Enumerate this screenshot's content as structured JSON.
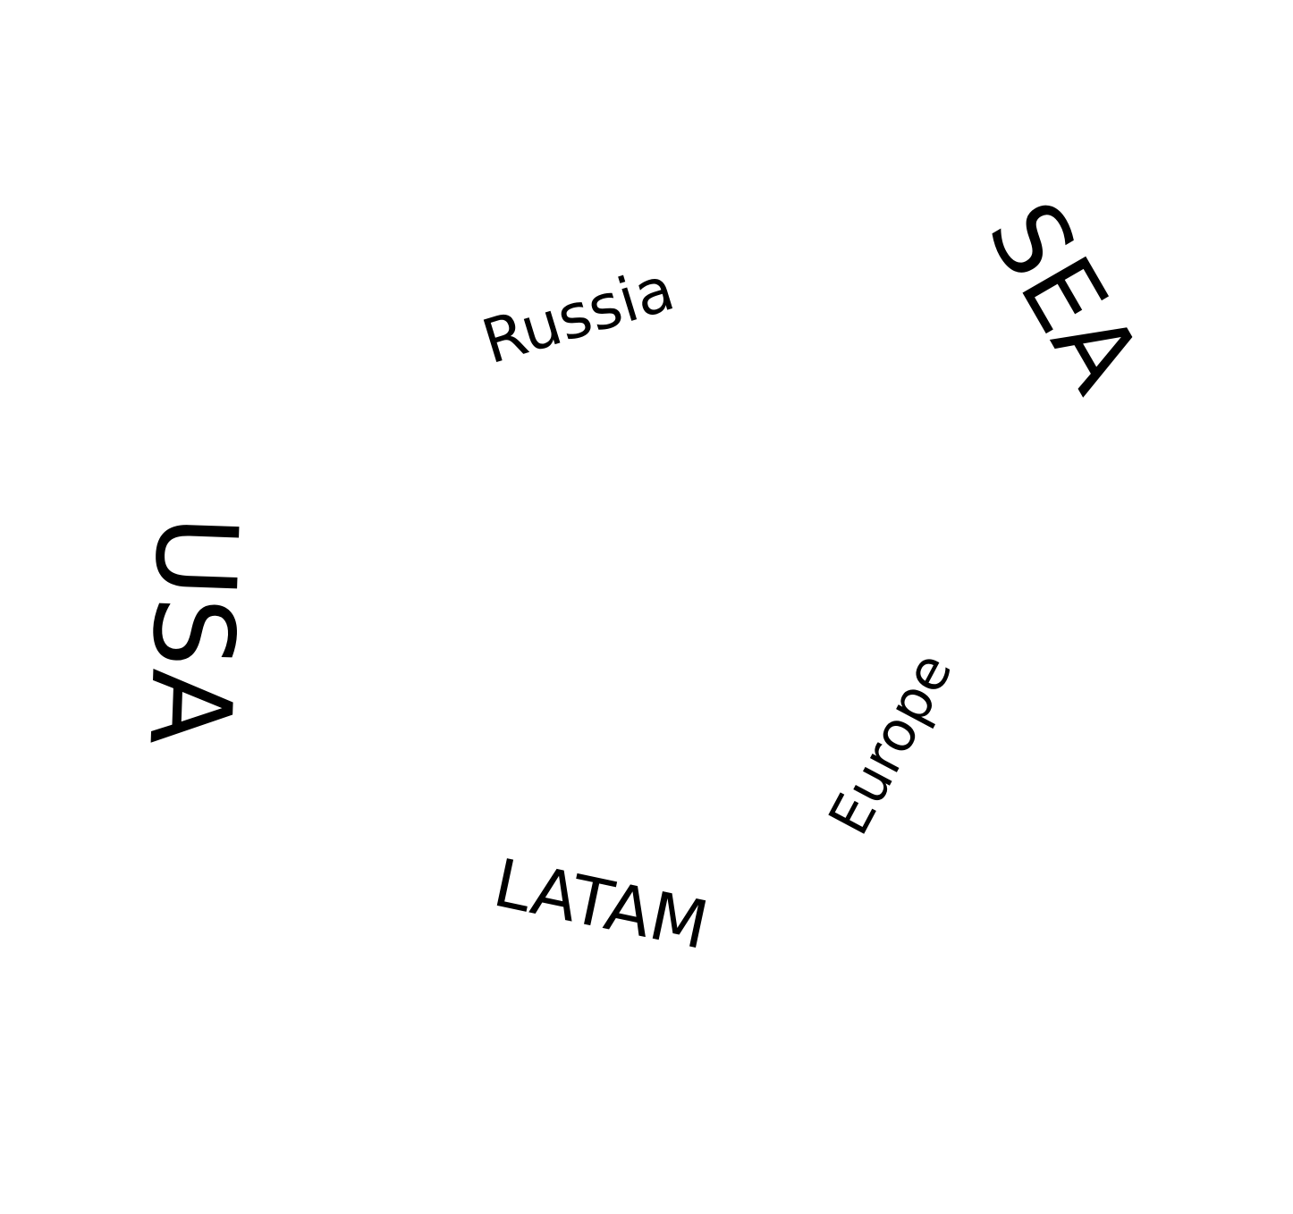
{
  "labels": {
    "usa": "USA",
    "russia": "Russia",
    "sea": "SEA",
    "europe": "Europe",
    "latam": "LATAM"
  },
  "colors": {
    "background": "#ffffff",
    "text": "#000000"
  }
}
